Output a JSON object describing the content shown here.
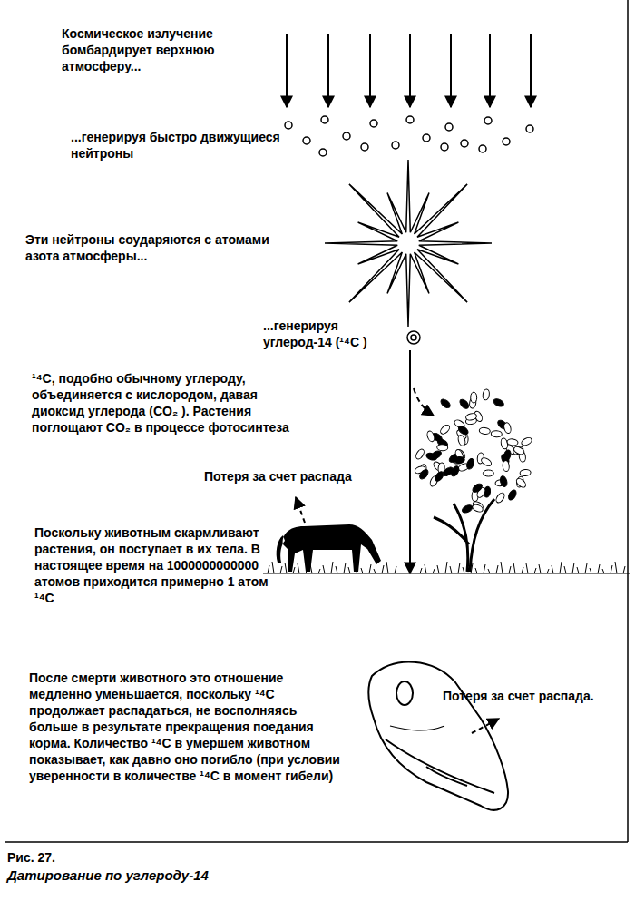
{
  "diagram": {
    "caption": "Датирование по углероду-14",
    "labels": [
      "Космическое излучение бомбардирует верхнюю атмосферу...",
      "...генерируя быстро движущиеся нейтроны",
      "Эти нейтроны соударяются с атомами азота атмосферы...",
      "...генерируя углерод-14 (¹⁴C )",
      "¹⁴C, подобно обычному углероду, объединяется с кислородом, давая диоксид углерода (CO₂ ). Растения поглощают CO₂ в процессе фотосинтеза",
      "Потеря за счет распада",
      "Поскольку животным скармливают растения, он поступает в их тела. В настоящее время на 1000000000000 атомов приходится примерно 1 атом ¹⁴C",
      "После смерти животного это отношение медленно уменьшается, поскольку ¹⁴C продолжает распадаться, не восполняясь больше в результате прекращения поедания корма. Количество ¹⁴C в умершем животном показывает, как давно оно погибло (при условии уверенности в количестве ¹⁴C в момент гибели)",
      "Потеря за счет распада.",
      "Рис. 27."
    ]
  }
}
